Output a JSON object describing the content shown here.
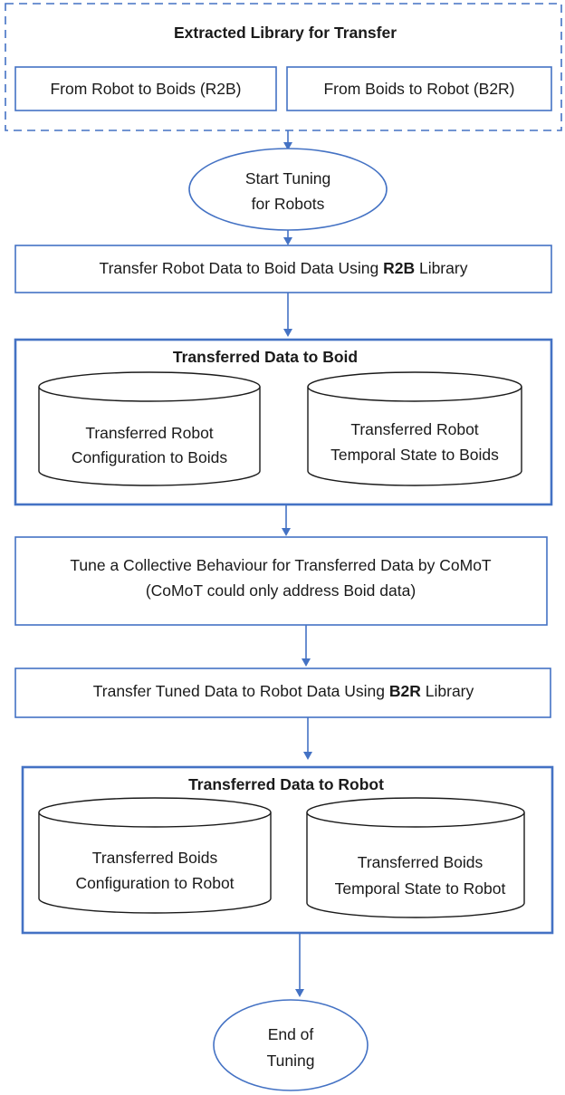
{
  "library_group": {
    "title": "Extracted Library for Transfer",
    "r2b_label": "From Robot to Boids (R2B)",
    "b2r_label": "From Boids to Robot (B2R)"
  },
  "start_node": {
    "line1": "Start Tuning",
    "line2": "for Robots"
  },
  "step_transfer_r2b": {
    "text_before": "Transfer Robot Data to Boid Data Using ",
    "text_bold": "R2B",
    "text_after": " Library"
  },
  "group_to_boid": {
    "title": "Transferred Data to Boid",
    "cyl_config": {
      "line1": "Transferred Robot",
      "line2": "Configuration to Boids"
    },
    "cyl_temporal": {
      "line1": "Transferred Robot",
      "line2": "Temporal State to Boids"
    }
  },
  "step_tune": {
    "line1": "Tune a Collective Behaviour for Transferred Data by CoMoT",
    "line2": "(CoMoT could only address Boid data)"
  },
  "step_transfer_b2r": {
    "text_before": "Transfer Tuned Data to Robot Data Using ",
    "text_bold": "B2R",
    "text_after": " Library"
  },
  "group_to_robot": {
    "title": "Transferred Data to Robot",
    "cyl_config": {
      "line1": "Transferred Boids",
      "line2": "Configuration to Robot"
    },
    "cyl_temporal": {
      "line1": "Transferred Boids",
      "line2": "Temporal State to Robot"
    }
  },
  "end_node": {
    "line1": "End of",
    "line2": "Tuning"
  },
  "colors": {
    "flow_blue": "#4472c4",
    "text": "#1a1a1a",
    "cylinder_outline": "#1a1a1a"
  }
}
